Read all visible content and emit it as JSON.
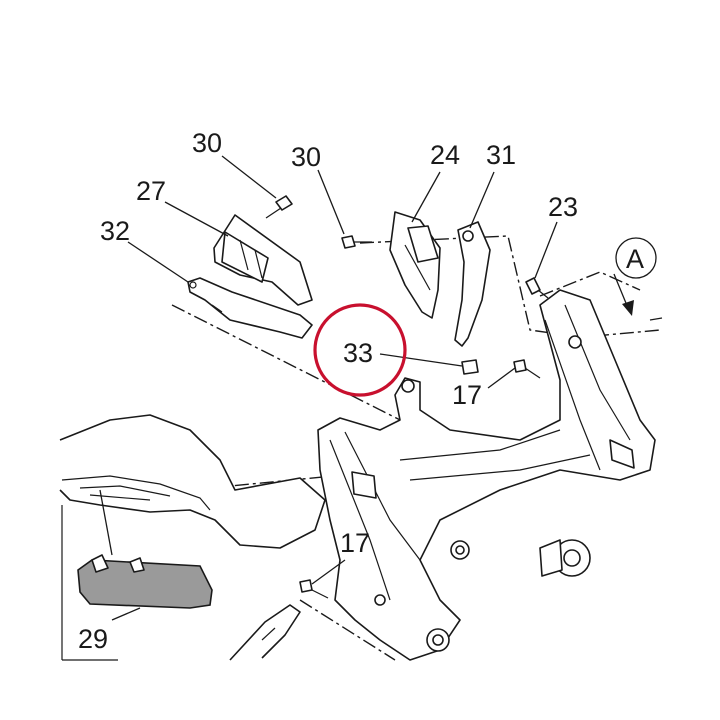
{
  "diagram": {
    "callouts": [
      {
        "id": "c30a",
        "text": "30"
      },
      {
        "id": "c30b",
        "text": "30"
      },
      {
        "id": "c24",
        "text": "24"
      },
      {
        "id": "c31",
        "text": "31"
      },
      {
        "id": "c27",
        "text": "27"
      },
      {
        "id": "c32",
        "text": "32"
      },
      {
        "id": "c23",
        "text": "23"
      },
      {
        "id": "cA",
        "text": "A"
      },
      {
        "id": "c33",
        "text": "33"
      },
      {
        "id": "c17a",
        "text": "17"
      },
      {
        "id": "c17b",
        "text": "17"
      },
      {
        "id": "c29",
        "text": "29"
      }
    ],
    "highlight_part": "33",
    "colors": {
      "highlight": "#c8102e",
      "part_fill_dark": "#9a9a9a",
      "line": "#1a1a1a"
    }
  }
}
